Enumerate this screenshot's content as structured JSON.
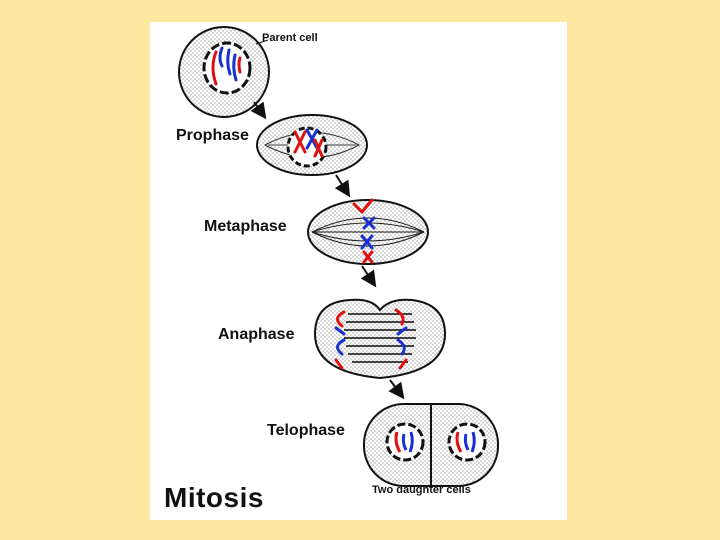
{
  "title": "Mitosis",
  "labels": {
    "parent": "Parent cell",
    "prophase": "Prophase",
    "metaphase": "Metaphase",
    "anaphase": "Anaphase",
    "telophase": "Telophase",
    "daughters": "Two daughter cells"
  },
  "colors": {
    "background": "#fde8a0",
    "panel": "#ffffff",
    "chromosome_red": "#e01010",
    "chromosome_blue": "#1830d0",
    "outline": "#111111"
  }
}
